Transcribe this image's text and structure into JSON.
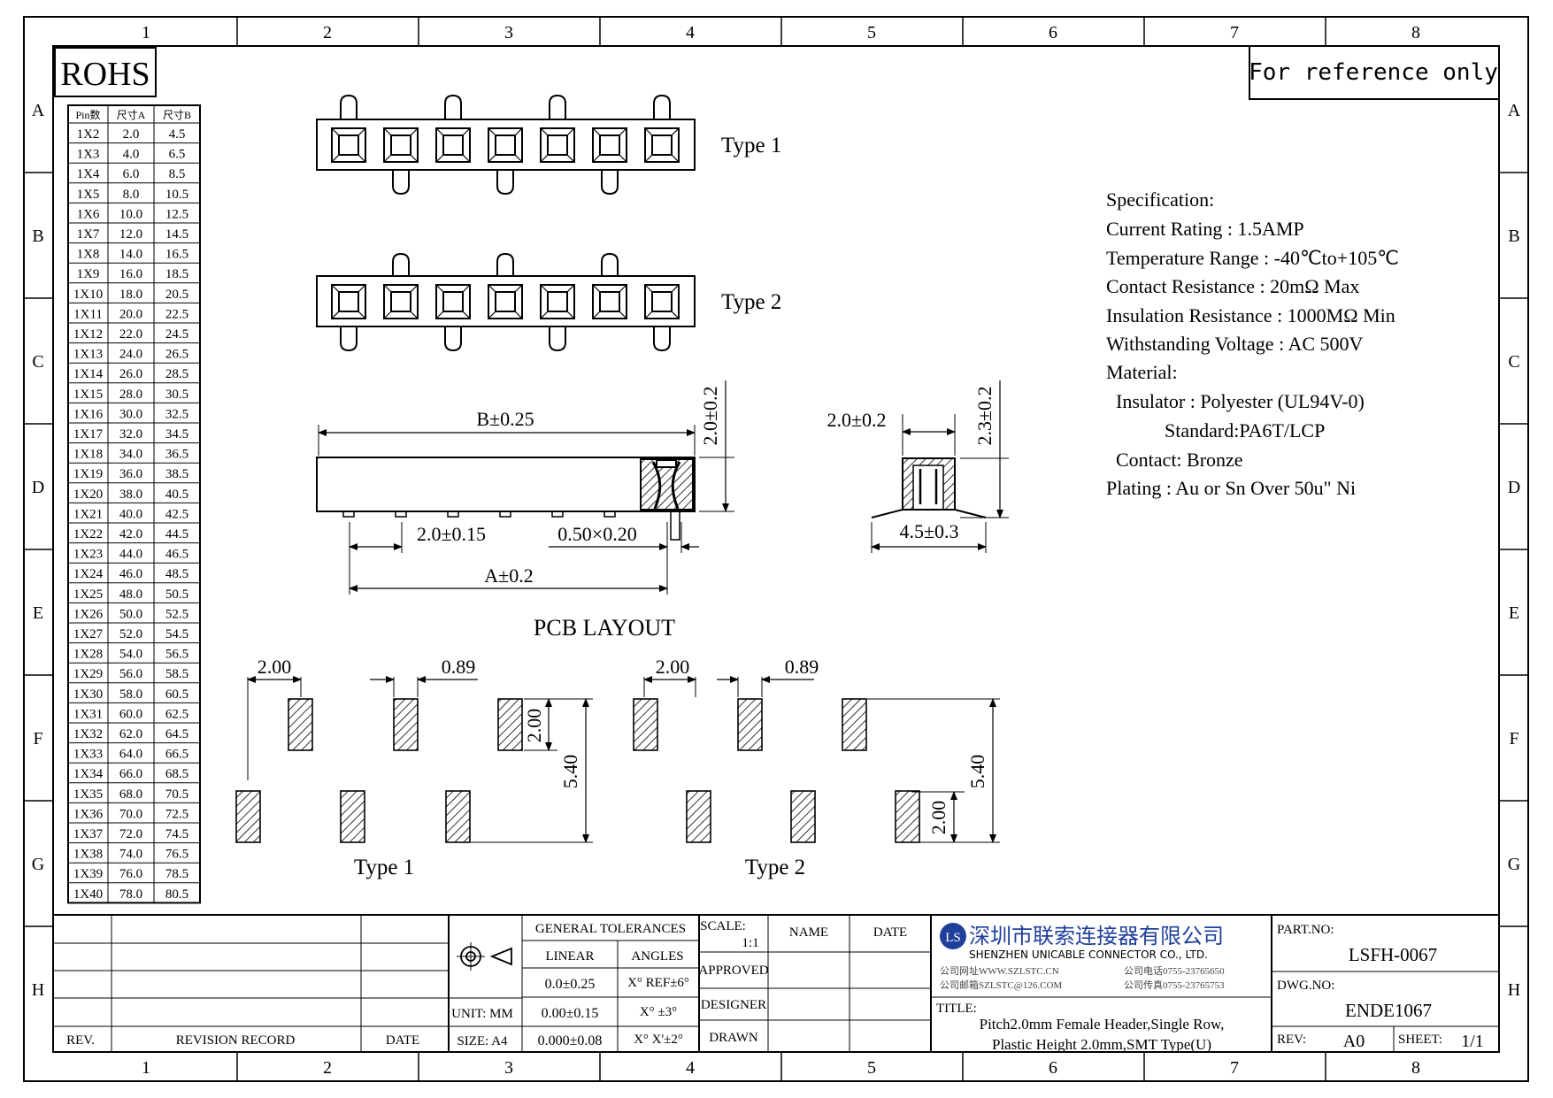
{
  "frame": {
    "columns": [
      "1",
      "2",
      "3",
      "4",
      "5",
      "6",
      "7",
      "8"
    ],
    "rows": [
      "A",
      "B",
      "C",
      "D",
      "E",
      "F",
      "G",
      "H"
    ]
  },
  "rohs_label": "ROHS",
  "reference_note": "For reference only",
  "dimension_table": {
    "headers": [
      "Pin数",
      "尺寸A",
      "尺寸B"
    ],
    "rows": [
      [
        "1X2",
        "2.0",
        "4.5"
      ],
      [
        "1X3",
        "4.0",
        "6.5"
      ],
      [
        "1X4",
        "6.0",
        "8.5"
      ],
      [
        "1X5",
        "8.0",
        "10.5"
      ],
      [
        "1X6",
        "10.0",
        "12.5"
      ],
      [
        "1X7",
        "12.0",
        "14.5"
      ],
      [
        "1X8",
        "14.0",
        "16.5"
      ],
      [
        "1X9",
        "16.0",
        "18.5"
      ],
      [
        "1X10",
        "18.0",
        "20.5"
      ],
      [
        "1X11",
        "20.0",
        "22.5"
      ],
      [
        "1X12",
        "22.0",
        "24.5"
      ],
      [
        "1X13",
        "24.0",
        "26.5"
      ],
      [
        "1X14",
        "26.0",
        "28.5"
      ],
      [
        "1X15",
        "28.0",
        "30.5"
      ],
      [
        "1X16",
        "30.0",
        "32.5"
      ],
      [
        "1X17",
        "32.0",
        "34.5"
      ],
      [
        "1X18",
        "34.0",
        "36.5"
      ],
      [
        "1X19",
        "36.0",
        "38.5"
      ],
      [
        "1X20",
        "38.0",
        "40.5"
      ],
      [
        "1X21",
        "40.0",
        "42.5"
      ],
      [
        "1X22",
        "42.0",
        "44.5"
      ],
      [
        "1X23",
        "44.0",
        "46.5"
      ],
      [
        "1X24",
        "46.0",
        "48.5"
      ],
      [
        "1X25",
        "48.0",
        "50.5"
      ],
      [
        "1X26",
        "50.0",
        "52.5"
      ],
      [
        "1X27",
        "52.0",
        "54.5"
      ],
      [
        "1X28",
        "54.0",
        "56.5"
      ],
      [
        "1X29",
        "56.0",
        "58.5"
      ],
      [
        "1X30",
        "58.0",
        "60.5"
      ],
      [
        "1X31",
        "60.0",
        "62.5"
      ],
      [
        "1X32",
        "62.0",
        "64.5"
      ],
      [
        "1X33",
        "64.0",
        "66.5"
      ],
      [
        "1X34",
        "66.0",
        "68.5"
      ],
      [
        "1X35",
        "68.0",
        "70.5"
      ],
      [
        "1X36",
        "70.0",
        "72.5"
      ],
      [
        "1X37",
        "72.0",
        "74.5"
      ],
      [
        "1X38",
        "74.0",
        "76.5"
      ],
      [
        "1X39",
        "76.0",
        "78.5"
      ],
      [
        "1X40",
        "78.0",
        "80.5"
      ]
    ]
  },
  "views": {
    "type1_label": "Type 1",
    "type2_label": "Type 2",
    "dim_b": "B±0.25",
    "dim_height_side": "2.0±0.2",
    "dim_pitch": "2.0±0.15",
    "dim_pin": "0.50×0.20",
    "dim_a": "A±0.2",
    "dim_end_width": "2.0±0.2",
    "dim_end_height": "2.3±0.2",
    "dim_end_base": "4.5±0.3"
  },
  "pcb_layout": {
    "title": "PCB LAYOUT",
    "type1_label": "Type 1",
    "type2_label": "Type 2",
    "pad_pitch": "2.00",
    "pad_width": "0.89",
    "pad_length": "2.00",
    "row_span": "5.40"
  },
  "specification": {
    "title": "Specification:",
    "lines": [
      "Current Rating : 1.5AMP",
      "Temperature Range : -40℃to+105℃",
      "Contact Resistance : 20mΩ Max",
      "Insulation Resistance : 1000MΩ Min",
      "Withstanding Voltage : AC 500V",
      "Material:",
      "  Insulator : Polyester (UL94V-0)",
      "            Standard:PA6T/LCP",
      "  Contact: Bronze",
      "Plating : Au or Sn Over 50u\" Ni"
    ]
  },
  "title_block": {
    "rev_label": "REV.",
    "revision_record_label": "REVISION RECORD",
    "date_label": "DATE",
    "unit": "UNIT: MM",
    "size": "SIZE: A4",
    "general_tolerances": "GENERAL TOLERANCES",
    "linear": "LINEAR",
    "angles": "ANGLES",
    "tol_linear": [
      "0.0±0.25",
      "0.00±0.15",
      "0.000±0.08"
    ],
    "tol_angles": [
      "X° REF±6°",
      "X° ±3°",
      "X° X'±2°"
    ],
    "scale_label": "SCALE:",
    "scale_value": "1:1",
    "approved": "APPROVED",
    "designer": "DESIGNER",
    "drawn": "DRAWN",
    "name_label": "NAME",
    "date_col_label": "DATE",
    "company_cn": "深圳市联索连接器有限公司",
    "company_en": "SHENZHEN UNICABLE CONNECTOR CO., LTD.",
    "web": "公司网址WWW.SZLSTC.CN",
    "phone": "公司电话0755-23765650",
    "email": "公司邮箱SZLSTC@126.COM",
    "fax": "公司传真0755-23765753",
    "title_label": "TITLE:",
    "title_line1": "Pitch2.0mm Female Header,Single Row,",
    "title_line2": "Plastic Height 2.0mm,SMT Type(U)",
    "part_no_label": "PART.NO:",
    "part_no": "LSFH-0067",
    "dwg_no_label": "DWG.NO:",
    "dwg_no": "ENDE1067",
    "rev_label2": "REV:",
    "rev_value": "A0",
    "sheet_label": "SHEET:",
    "sheet_value": "1/1",
    "logo_mark": "LS",
    "logo_color": "#1f3f9b"
  }
}
